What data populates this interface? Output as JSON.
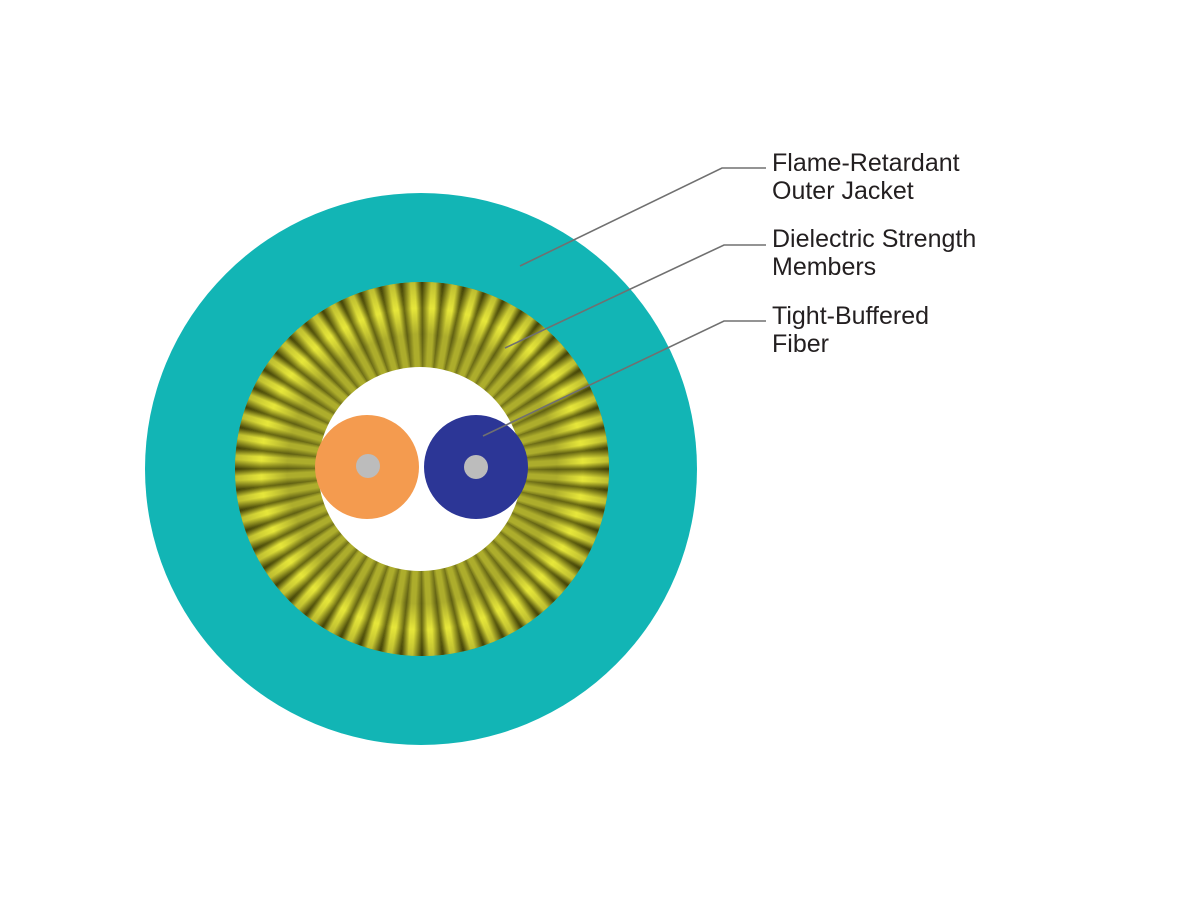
{
  "colors": {
    "jacket": "#12b5b5",
    "jacket_shadow": "#0e9f9f",
    "strength_base": "#9a9a10",
    "strength_dark": "#4a4a08",
    "strength_light": "#e6e63a",
    "core": "#ffffff",
    "fiber_left_buffer": "#f49b4f",
    "fiber_right_buffer": "#2c3696",
    "fiber_core": "#bcbcbc",
    "leader_line": "#707070",
    "label_text": "#231f20"
  },
  "callouts": [
    {
      "id": "jacket",
      "lines": [
        "Flame-Retardant",
        "Outer Jacket"
      ]
    },
    {
      "id": "strength",
      "lines": [
        "Dielectric Strength",
        "Members"
      ]
    },
    {
      "id": "fiber",
      "lines": [
        "Tight-Buffered",
        "Fiber"
      ]
    }
  ]
}
